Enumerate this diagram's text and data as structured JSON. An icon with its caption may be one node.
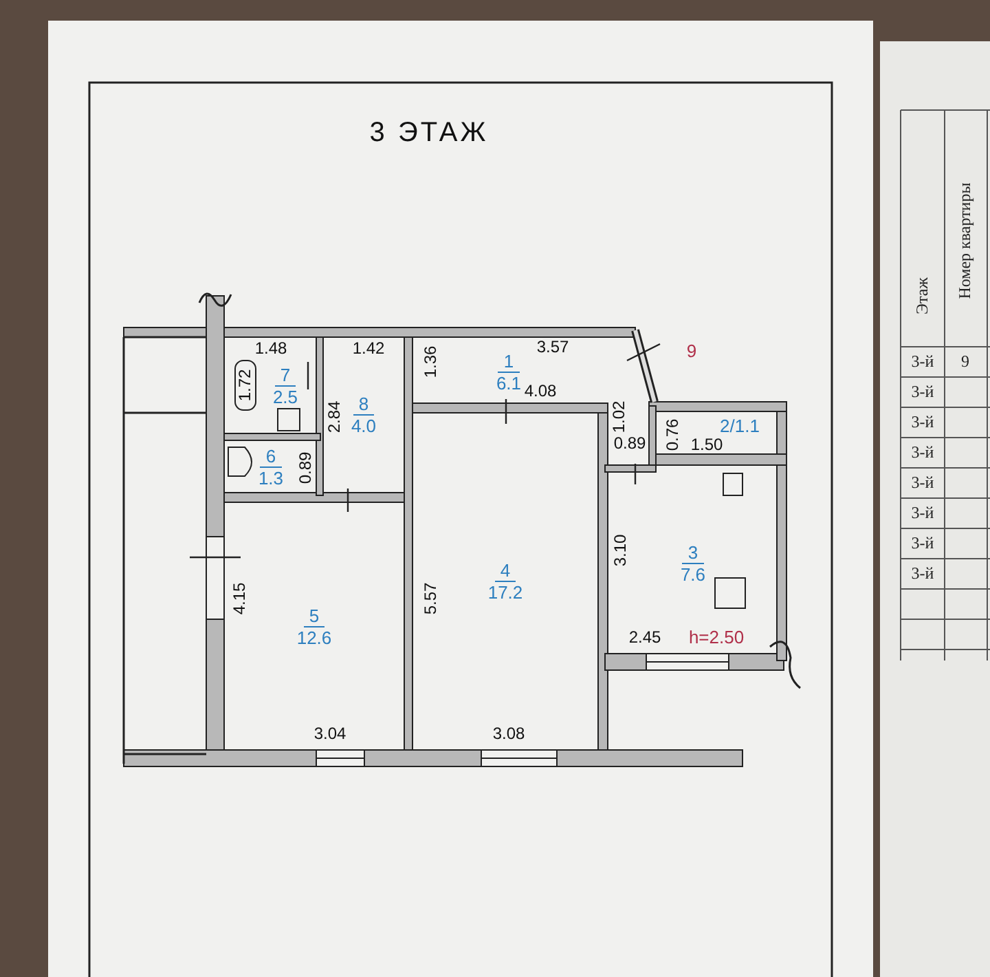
{
  "diagram": {
    "title": "3 ЭТАЖ",
    "nodes": [
      {
        "text": [
          "1",
          "6.1"
        ]
      },
      {
        "text": [
          "2/1.1"
        ]
      },
      {
        "text": [
          "3",
          "7.6"
        ]
      },
      {
        "text": [
          "4",
          "17.2"
        ]
      },
      {
        "text": [
          "5",
          "12.6"
        ]
      },
      {
        "text": [
          "6",
          "1.3"
        ]
      },
      {
        "text": [
          "7",
          "2.5"
        ]
      },
      {
        "text": [
          "8",
          "4.0"
        ]
      }
    ],
    "labels": [
      "1.48",
      "1.42",
      "3.57",
      "9",
      "1.72",
      "1.36",
      "2.84",
      "4.08",
      "1.02",
      "0.76",
      "1.50",
      "0.89",
      "0.89",
      "3.10",
      "4.15",
      "5.57",
      "2.45",
      "h=2.50",
      "3.04",
      "3.08",
      "Этаж",
      "Номер квартиры",
      "3-й",
      "9",
      "3-й",
      "3-й",
      "3-й",
      "3-й",
      "3-й",
      "3-й",
      "3-й"
    ]
  }
}
